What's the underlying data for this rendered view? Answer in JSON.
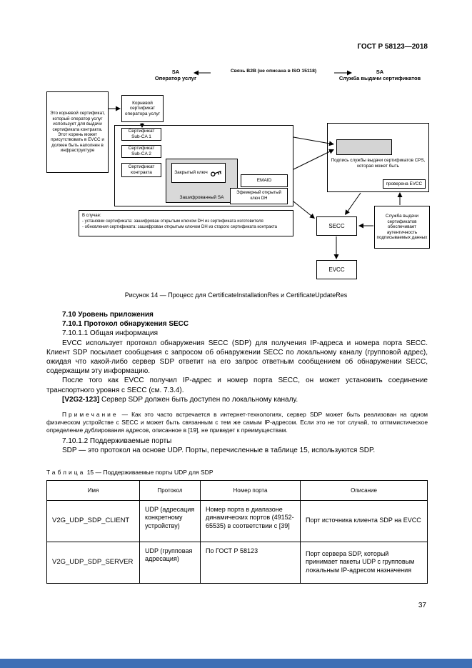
{
  "page": {
    "header": "ГОСТ Р 58123—2018",
    "page_number": "37"
  },
  "figure": {
    "sa_left": {
      "line1": "SA",
      "line2": "Оператор услуг"
    },
    "b2b_label": "Связь B2B (не описана в ISO 15118)",
    "sa_right": {
      "line1": "SA",
      "line2": "Служба выдачи сертификатов"
    },
    "left_note": "Это корневой сертификат, который оператор услуг использует для выдачи сертификата контракта. Этот корень может присутствовать в EVCC и должен быть наполнен в инфраструктуре",
    "root_cert": "Корневой сертификат оператора услуг",
    "sub_ca1": "Сертификат Sub-CA 1",
    "sub_ca2": "Сертификат Sub-CA 2",
    "contract_cert": "Сертификат контракта",
    "private_key": "Закрытый ключ",
    "encrypted_sa": "Зашифрованный SA",
    "emaid": "EMAID",
    "dh_key": "Эфемерный открытый ключ DH",
    "signature_text": "Подпись службы выдачи сертификатов CPS, которая может быть",
    "signature_checked": "проверена EVCC",
    "secc": "SECC",
    "evcc": "EVCC",
    "issuer_note": "Служба выдачи сертификатов обеспечивает аутентичность подписываемых данных",
    "case_title": "В случае:",
    "case_line1": "- установки сертификата: зашифрован открытым ключом DH из сертификата изготовителя",
    "case_line2": "- обновления сертификата: зашифрован открытым ключом DH из старого сертификата контракта",
    "caption": "Рисунок 14 — Процесс для CertificateInstallationRes и CertificateUpdateRes"
  },
  "content": {
    "heading_710": "7.10 Уровень приложения",
    "heading_7101": "7.10.1 Протокол обнаружения SECC",
    "heading_71011": "7.10.1.1 Общая информация",
    "para1": "EVCC использует протокол обнаружения SECC (SDP) для получения IP-адреса и номера порта SECC. Клиент SDP посылает сообщения с запросом об обнаружении SECC по локальному каналу (групповой адрес), ожидая что какой-либо сервер SDP ответит на его запрос ответным сообщением об обнаружении SECC, содержащим эту информацию.",
    "para2": "После того как EVCC получил IP-адрес и номер порта SECC, он может установить соединение транспортного уровня с SECC (см. 7.3.4).",
    "req_tag": "[V2G2-123]",
    "req_text": " Сервер SDP должен быть доступен по локальному каналу.",
    "note_label": "Примечание",
    "note_text": " — Как это часто встречается в интернет-технологиях, сервер SDP может быть реализован на одном физическом устройстве с SECC и может быть связанным с тем же самым IP-адресом. Если это не тот случай, то оптимистическое определение дублирования адресов, описанное в [19], не приведет к преимуществам.",
    "heading_71012": "7.10.1.2 Поддерживаемые порты",
    "para3": "SDP — это протокол на основе UDP. Порты, перечисленные в таблице 15, используются SDP.",
    "table_caption_word": "Таблица",
    "table_caption_rest": " 15 — Поддерживаемые порты UDP для SDP"
  },
  "table": {
    "headers": [
      "Имя",
      "Протокол",
      "Номер порта",
      "Описание"
    ],
    "rows": [
      [
        "V2G_UDP_SDP_CLIENT",
        "UDP (адресация конкретному устройству)",
        "Номер порта в диапазоне динамических портов (49152-65535) в соответствии с [39]",
        "Порт источника клиента SDP на EVCC"
      ],
      [
        "V2G_UDP_SDP_SERVER",
        "UDP (групповая адресация)",
        "По ГОСТ Р 58123",
        "Порт сервера SDP, который принимает пакеты UDP с групповым локальным IP-адресом назначения"
      ]
    ]
  }
}
